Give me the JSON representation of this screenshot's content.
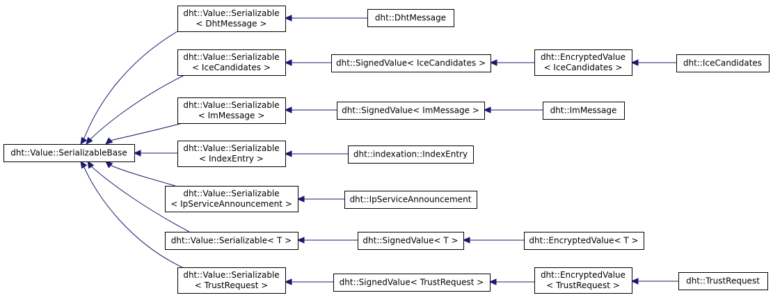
{
  "diagram": {
    "nodes": {
      "base": [
        "dht::Value::SerializableBase"
      ],
      "ser_dht": [
        "dht::Value::Serializable",
        "< DhtMessage >"
      ],
      "ser_ice": [
        "dht::Value::Serializable",
        "< IceCandidates >"
      ],
      "ser_im": [
        "dht::Value::Serializable",
        "< ImMessage >"
      ],
      "ser_idx": [
        "dht::Value::Serializable",
        "< IndexEntry >"
      ],
      "ser_ip": [
        "dht::Value::Serializable",
        "< IpServiceAnnouncement >"
      ],
      "ser_t": [
        "dht::Value::Serializable< T >"
      ],
      "ser_tr": [
        "dht::Value::Serializable",
        "< TrustRequest >"
      ],
      "dhtmsg": [
        "dht::DhtMessage"
      ],
      "sv_ice": [
        "dht::SignedValue< IceCandidates >"
      ],
      "ev_ice": [
        "dht::EncryptedValue",
        "< IceCandidates >"
      ],
      "icecand": [
        "dht::IceCandidates"
      ],
      "sv_im": [
        "dht::SignedValue< ImMessage >"
      ],
      "immsg": [
        "dht::ImMessage"
      ],
      "idxentry": [
        "dht::indexation::IndexEntry"
      ],
      "ipsa": [
        "dht::IpServiceAnnouncement"
      ],
      "sv_t": [
        "dht::SignedValue< T >"
      ],
      "ev_t": [
        "dht::EncryptedValue< T >"
      ],
      "sv_tr": [
        "dht::SignedValue< TrustRequest >"
      ],
      "ev_tr": [
        "dht::EncryptedValue",
        "< TrustRequest >"
      ],
      "trustreq": [
        "dht::TrustRequest"
      ]
    },
    "edges": [
      {
        "from": "ser_dht",
        "to": "base"
      },
      {
        "from": "ser_ice",
        "to": "base"
      },
      {
        "from": "ser_im",
        "to": "base"
      },
      {
        "from": "ser_idx",
        "to": "base"
      },
      {
        "from": "ser_ip",
        "to": "base"
      },
      {
        "from": "ser_t",
        "to": "base"
      },
      {
        "from": "ser_tr",
        "to": "base"
      },
      {
        "from": "dhtmsg",
        "to": "ser_dht"
      },
      {
        "from": "sv_ice",
        "to": "ser_ice"
      },
      {
        "from": "ev_ice",
        "to": "sv_ice"
      },
      {
        "from": "icecand",
        "to": "ev_ice"
      },
      {
        "from": "sv_im",
        "to": "ser_im"
      },
      {
        "from": "immsg",
        "to": "sv_im"
      },
      {
        "from": "idxentry",
        "to": "ser_idx"
      },
      {
        "from": "ipsa",
        "to": "ser_ip"
      },
      {
        "from": "sv_t",
        "to": "ser_t"
      },
      {
        "from": "ev_t",
        "to": "sv_t"
      },
      {
        "from": "sv_tr",
        "to": "ser_tr"
      },
      {
        "from": "ev_tr",
        "to": "sv_tr"
      },
      {
        "from": "trustreq",
        "to": "ev_tr"
      }
    ],
    "colors": {
      "edge": "#191970",
      "node_border": "#000000",
      "node_fill": "#ffffff",
      "text": "#000000"
    }
  }
}
